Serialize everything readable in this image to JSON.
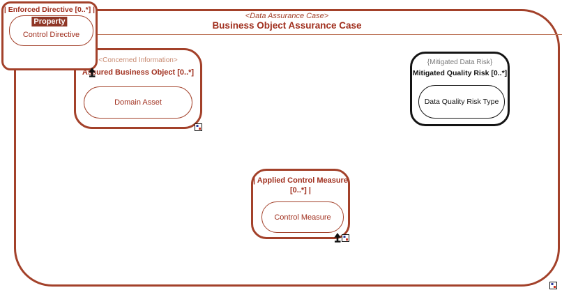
{
  "diagram": {
    "stereotype": "<Data Assurance Case>",
    "title": "Business Object Assurance Case"
  },
  "nodes": {
    "enforced_directive": {
      "header": "| Enforced Directive [0..*] |",
      "selected_label": "Property",
      "child_label": "Control Directive"
    },
    "assured_business_object": {
      "stereotype": "<Concerned Information>",
      "header": "Assured Business Object [0..*]",
      "child_label": "Domain Asset"
    },
    "mitigated_quality_risk": {
      "stereotype": "{Mitigated Data Risk}",
      "header": "Mitigated Quality Risk [0..*]",
      "child_label": "Data Quality Risk Type"
    },
    "applied_control_measure": {
      "header_line1": "| Applied Control Measure",
      "header_line2": "[0..*] |",
      "child_label": "Control Measure"
    }
  },
  "icons": {
    "composite_indicator": "composite-diagram-indicator",
    "quick_link_arrow": "quick-link-arrow"
  },
  "colors": {
    "red_border": "#A3412A",
    "red_text": "#A02F1E",
    "salmon_text": "#C98B72",
    "separator_line": "#C07B61",
    "black_border": "#141414",
    "gray_text": "#7A7A7A",
    "highlight_bg": "#8F3626",
    "highlight_text": "#FFFFFF",
    "indicator_blue": "#2E3F9F",
    "indicator_red": "#CC3322"
  }
}
